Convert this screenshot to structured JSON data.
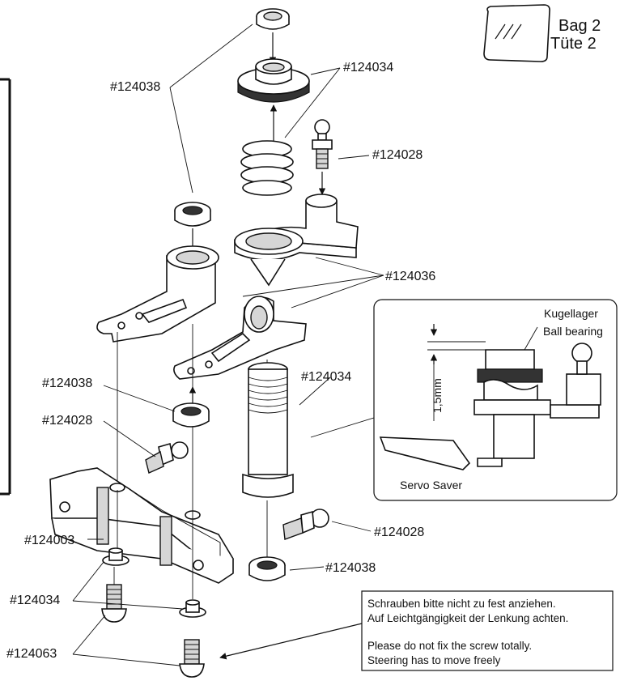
{
  "bag": {
    "line1": "Bag 2",
    "line2": "Tüte 2",
    "icon": "bag-icon"
  },
  "parts": {
    "p124038_top": "#124038",
    "p124034_top": "#124034",
    "p124028_top": "#124028",
    "p124036": "#124036",
    "p124034_mid": "#124034",
    "p124038_left": "#124038",
    "p124028_left": "#124028",
    "p124003": "#124003",
    "p124028_right": "#124028",
    "p124038_bottom": "#124038",
    "p124034_bottom": "#124034",
    "p124063": "#124063"
  },
  "detail": {
    "bearing_de": "Kugellager",
    "bearing_en": "Ball bearing",
    "gap": "1,5mm",
    "caption": "Servo Saver"
  },
  "note": {
    "de_line1": "Schrauben bitte nicht zu fest anziehen.",
    "de_line2": "Auf Leichtgängigkeit der Lenkung achten.",
    "en_line1": "Please do not fix the screw totally.",
    "en_line2": "Steering has to move freely"
  }
}
